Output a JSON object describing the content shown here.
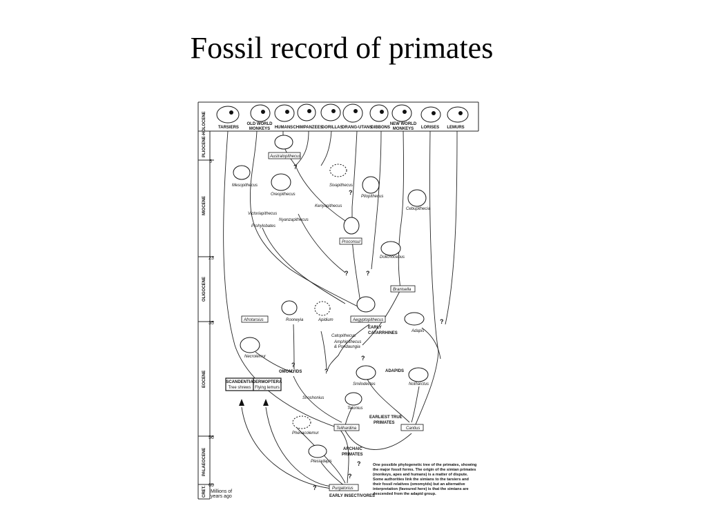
{
  "slide": {
    "title": "Fossil record of primates"
  },
  "groups": {
    "tarsiers": "TARSIERS",
    "owm1": "OLD WORLD",
    "owm2": "MONKEYS",
    "humans": "HUMANS",
    "chimps": "CHIMPANZEES",
    "gorillas": "GORILLAS",
    "orangs": "ORANG-UTANS",
    "gibbons": "GIBBONS",
    "nwm1": "NEW WORLD",
    "nwm2": "MONKEYS",
    "lorises": "LORISES",
    "lemurs": "LEMURS"
  },
  "epochs": {
    "pliocene": "PLIOCENE-HOLOCENE",
    "miocene": "MIOCENE",
    "oligocene": "OLIGOCENE",
    "eocene": "EOCENE",
    "palaeocene": "PALAEOCENE",
    "cret": "CRET."
  },
  "ticks": {
    "t5": "5",
    "t23": "23",
    "t35": "35",
    "t56": "56",
    "t65": "65"
  },
  "axis_units": {
    "line1": "Millions of",
    "line2": "years ago"
  },
  "taxa": {
    "australopithecus": "Australopithecus",
    "mesopithecus": "Mesopithecus",
    "oreopithecus": "Oreopithecus",
    "sivapithecus": "Sivapithecus",
    "pliopithecus": "Pliopithecus",
    "cebupithecia": "Cebupithecia",
    "kenyapithecus": "Kenyapithecus",
    "victoriapithecus": "Victoriapithecus",
    "nyanzapithecus": "Nyanzapithecus",
    "prohylobates": "Prohylobates",
    "proconsul": "Proconsul",
    "dolichocebus": "Dolichocebus",
    "branisella": "Branisella",
    "afrotarsius": "Afrotarsius",
    "rooneyia": "Rooneyia",
    "apidium": "Apidium",
    "aegyptopithecus": "Aegyptopithecus",
    "adapis": "Adapis",
    "catopithecus": "Catopithecus",
    "amphipithecus1": "Amphipithecus",
    "amphipithecus2": "& Pondaungia",
    "necrolemur": "Necrolemur",
    "smilodectes": "Smilodectes",
    "notharctus": "Notharctus",
    "shoshonius": "Shoshonius",
    "tetonius": "Tetonius",
    "teilhardina": "Teilhardina",
    "cantius": "Cantius",
    "phenacolemur": "Phenacolemur",
    "plesiadapis": "Plesiadapis",
    "purgatorius": "Purgatorius"
  },
  "group_labels": {
    "early_catarrhines1": "EARLY",
    "early_catarrhines2": "CATARRHINES",
    "omomyids": "OMOMYIDS",
    "adapids": "ADAPIDS",
    "earliest1": "EARLIEST TRUE",
    "earliest2": "PRIMATES",
    "archaic1": "ARCHAIC",
    "archaic2": "PRIMATES",
    "early_insectivores": "EARLY INSECTIVORES"
  },
  "outgroups": {
    "scandentia1": "SCANDENTIA",
    "scandentia2": "Tree shrews",
    "dermoptera1": "DERMOPTERA",
    "dermoptera2": "Flying lemurs"
  },
  "question_mark": "?",
  "caption": [
    "One possible phylogenetic tree of the primates, showing",
    "the major fossil forms. The origin of the simian primates",
    "(monkeys, apes and humans) is a matter of dispute.",
    "Some authorities link the simians to the tarsiers and",
    "their fossil relatives (omomyids) but an alternative",
    "interpretation (favoured here) is that the simians are",
    "descended from the adapid group."
  ]
}
